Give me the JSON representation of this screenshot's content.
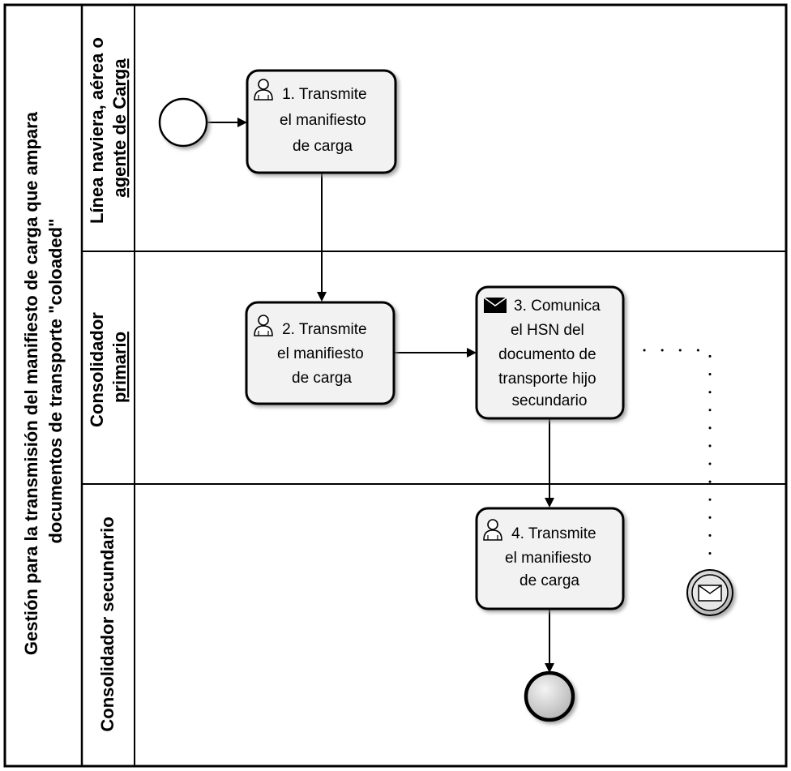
{
  "pool": {
    "title_line1": "Gestión para la transmisión del manifiesto de carga que ampara",
    "title_line2": "documentos de transporte  \"coloaded\""
  },
  "lanes": [
    {
      "line1": "Línea naviera, aérea o",
      "line2": "agente de Carga"
    },
    {
      "line1": "Consolidador",
      "line2": "primario"
    },
    {
      "line1": "Consolidador secundario",
      "line2": ""
    }
  ],
  "tasks": [
    {
      "icon": "user-icon",
      "lines": [
        "1. Transmite",
        "el manifiesto",
        "de carga"
      ]
    },
    {
      "icon": "user-icon",
      "lines": [
        "2. Transmite",
        "el manifiesto",
        "de carga"
      ]
    },
    {
      "icon": "envelope-icon",
      "lines": [
        "3. Comunica",
        "el HSN del",
        "documento de",
        "transporte hijo",
        "secundario"
      ]
    },
    {
      "icon": "user-icon",
      "lines": [
        "4. Transmite",
        "el manifiesto",
        "de carga"
      ]
    }
  ],
  "colors": {
    "task_fill": "#f2f2f2",
    "border": "#000000",
    "end_event": "#cfcfcf"
  }
}
